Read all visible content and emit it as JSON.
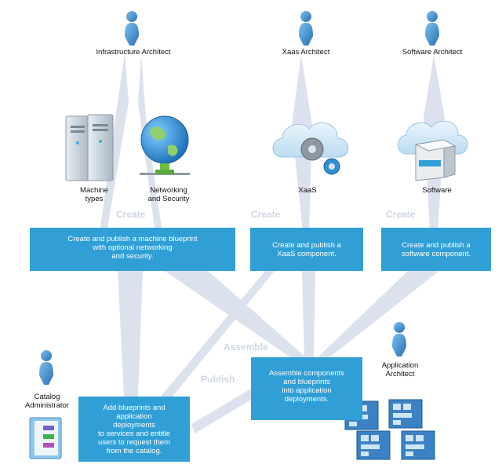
{
  "roles": {
    "infrastructure": "Infrastructure Architect",
    "xaas": "Xaas Architect",
    "software": "Software Architect",
    "application": "Application\nArchitect",
    "catalog": "Catalog\nAdministrator"
  },
  "items": {
    "machine": "Machine\ntypes",
    "networking": "Networking\nand Security",
    "xaas": "XaaS",
    "software": "Software"
  },
  "stages": {
    "create": "Create",
    "assemble": "Assemble",
    "publish": "Publish"
  },
  "boxes": {
    "machine_blueprint": "Create and publish a machine blueprint\nwith optional networking\nand security.",
    "xaas_component": "Create and publish a\nXaaS component.",
    "software_component": "Create and publish a\nsoftware component.",
    "assemble": "Assemble components\nand blueprints\ninto application\ndeployments.",
    "catalog": "Add blueprints and\napplication\ndeployments\nto services and entitle\nusers to request them\nfrom the catalog."
  },
  "colors": {
    "box": "#2f9fd6",
    "arrow": "#d7dcec",
    "person": "#3e86c8",
    "stage_text": "#cfd6e6"
  }
}
